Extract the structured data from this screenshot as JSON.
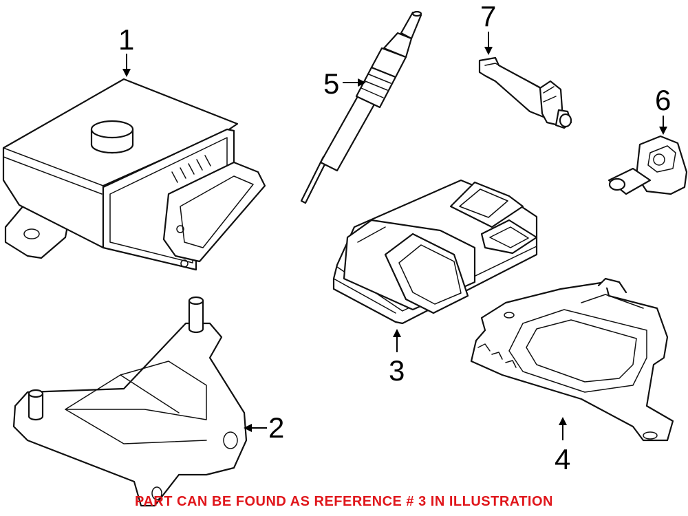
{
  "callouts": {
    "c1": "1",
    "c2": "2",
    "c3": "3",
    "c4": "4",
    "c5": "5",
    "c6": "6",
    "c7": "7"
  },
  "footer": {
    "note": "PART CAN BE FOUND AS REFERENCE # 3 IN ILLUSTRATION",
    "color": "#e0161b"
  }
}
